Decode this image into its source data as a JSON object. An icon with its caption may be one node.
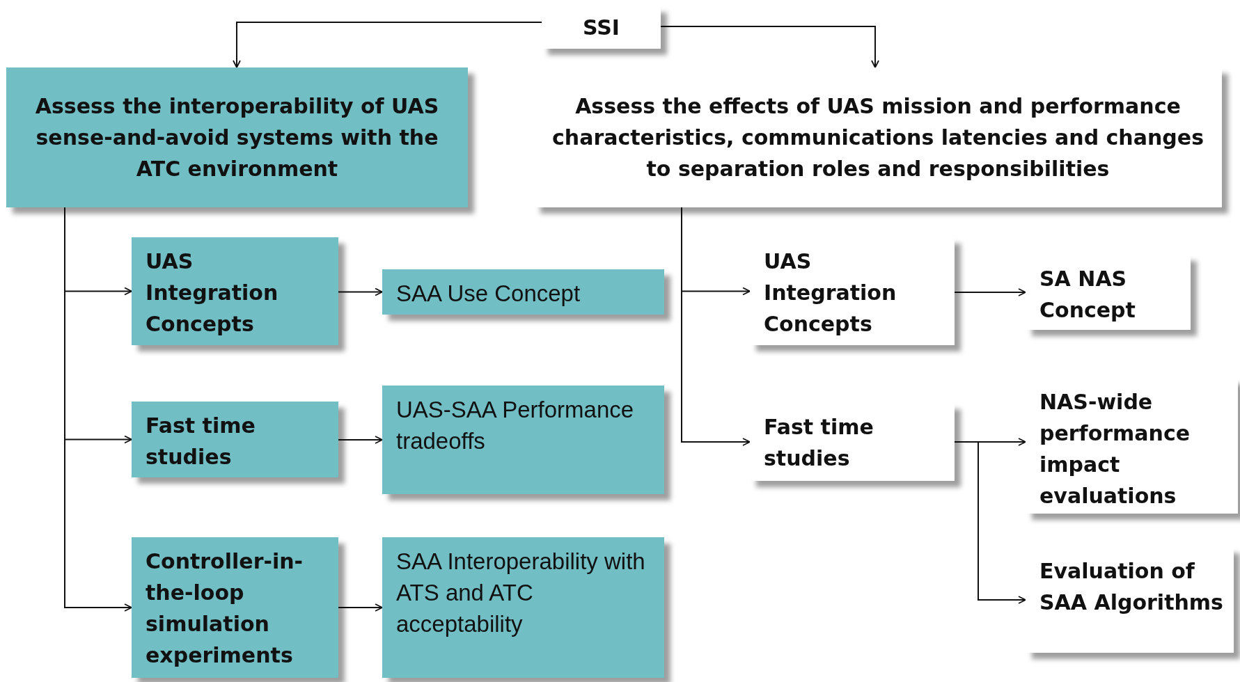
{
  "diagram": {
    "nodes": [
      {
        "text": [
          "SSI"
        ]
      },
      {
        "text": [
          "Assess the interoperability of UAS sense-and-avoid systems with the ATC environment"
        ]
      },
      {
        "text": [
          "Assess the effects of UAS mission and performance characteristics, communications latencies and changes to separation roles and responsibilities"
        ]
      },
      {
        "text": [
          "UAS Integration Concepts"
        ]
      },
      {
        "text": [
          "SAA Use Concept"
        ]
      },
      {
        "text": [
          "Fast time studies"
        ]
      },
      {
        "text": [
          "UAS-SAA Performance tradeoffs"
        ]
      },
      {
        "text": [
          "Controller-in-the-loop simulation experiments"
        ]
      },
      {
        "text": [
          "SAA Interoperability with ATS and ATC acceptability"
        ]
      },
      {
        "text": [
          "UAS Integration Concepts"
        ]
      },
      {
        "text": [
          "SA NAS Concept"
        ]
      },
      {
        "text": [
          "Fast time studies"
        ]
      },
      {
        "text": [
          "NAS-wide performance impact evaluations"
        ]
      },
      {
        "text": [
          "Evaluation of SAA Algorithms"
        ]
      }
    ],
    "edges": [
      {
        "from": 0,
        "to": 1,
        "arrow": "to"
      },
      {
        "from": 0,
        "to": 2,
        "arrow": "to"
      },
      {
        "from": 1,
        "to": 3,
        "arrow": "to"
      },
      {
        "from": 1,
        "to": 5,
        "arrow": "to"
      },
      {
        "from": 1,
        "to": 7,
        "arrow": "to"
      },
      {
        "from": 3,
        "to": 4,
        "arrow": "to"
      },
      {
        "from": 5,
        "to": 6,
        "arrow": "to"
      },
      {
        "from": 7,
        "to": 8,
        "arrow": "to"
      },
      {
        "from": 2,
        "to": 9,
        "arrow": "to"
      },
      {
        "from": 2,
        "to": 11,
        "arrow": "to"
      },
      {
        "from": 9,
        "to": 10,
        "arrow": "to"
      },
      {
        "from": 11,
        "to": 12,
        "arrow": "to"
      },
      {
        "from": 11,
        "to": 13,
        "arrow": "to"
      }
    ]
  }
}
